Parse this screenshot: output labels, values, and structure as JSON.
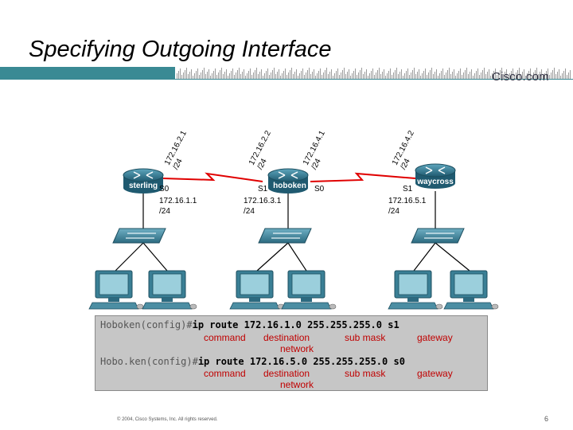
{
  "slide": {
    "title": "Specifying Outgoing Interface",
    "logo": "Cisco.com",
    "footer": "© 2004, Cisco Systems, Inc. All rights reserved.",
    "page_number": "6"
  },
  "network": {
    "routers": [
      {
        "name": "sterling"
      },
      {
        "name": "hoboken"
      },
      {
        "name": "waycross"
      }
    ],
    "link_labels": {
      "sterling_wan": [
        "172.16.2.1",
        "/24"
      ],
      "hoboken_wan_left": [
        "172.16.2.2",
        "/24"
      ],
      "hoboken_wan_right": [
        "172.16.4.1",
        "/24"
      ],
      "waycross_wan": [
        "172.16.4.2",
        "/24"
      ]
    },
    "interface_labels": {
      "sterling_s0": "S0",
      "hoboken_s1": "S1",
      "hoboken_s0": "S0",
      "waycross_s1": "S1"
    },
    "lan_labels": {
      "sterling_lan": [
        "172.16.1.1",
        "/24"
      ],
      "hoboken_lan": [
        "172.16.3.1",
        "/24"
      ],
      "waycross_lan": [
        "172.16.5.1",
        "/24"
      ]
    }
  },
  "commands": [
    {
      "prompt": "Hoboken(config)#",
      "command": "ip route 172.16.1.0 255.255.255.0 s1",
      "labels": {
        "command": "command",
        "destination": "destination",
        "network": "network",
        "submask": "sub mask",
        "gateway": "gateway"
      }
    },
    {
      "prompt": "Hobo.ken(config)#",
      "command": "ip route 172.16.5.0 255.255.255.0 s0",
      "labels": {
        "command": "command",
        "destination": "destination",
        "network": "network",
        "submask": "sub mask",
        "gateway": "gateway"
      }
    }
  ],
  "colors": {
    "accent_teal": "#3a8a94",
    "wan_link": "#e00000",
    "annotation": "#c00000",
    "router": "#2f6f86"
  }
}
